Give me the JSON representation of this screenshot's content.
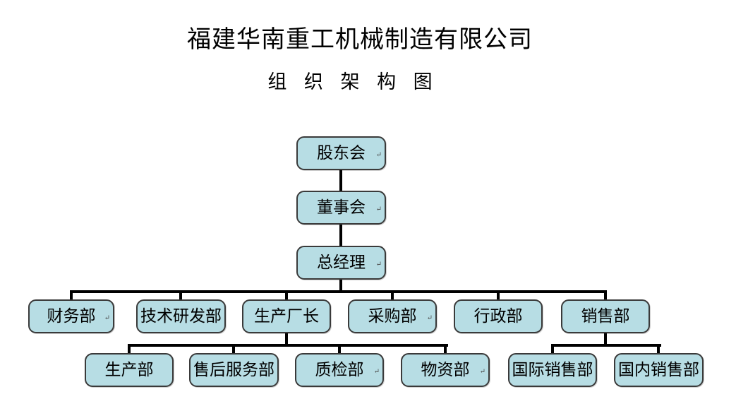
{
  "title": "福建华南重工机械制造有限公司",
  "subtitle": "组 织 架 构 图",
  "para_mark": "↵",
  "colors": {
    "box_fill": "#b7dde4",
    "box_border": "#3a3a3a",
    "connector": "#000000",
    "text": "#000000",
    "background": "#ffffff"
  },
  "nodes": {
    "shareholders": {
      "label": "股东会",
      "parent": null,
      "has_mark": true
    },
    "board": {
      "label": "董事会",
      "parent": "shareholders",
      "has_mark": true
    },
    "gm": {
      "label": "总经理",
      "parent": "board",
      "has_mark": true
    },
    "finance": {
      "label": "财务部",
      "parent": "gm",
      "has_mark": true
    },
    "rd": {
      "label": "技术研发部",
      "parent": "gm",
      "has_mark": false
    },
    "production_director": {
      "label": "生产厂长",
      "parent": "gm",
      "has_mark": false
    },
    "purchasing": {
      "label": "采购部",
      "parent": "gm",
      "has_mark": true
    },
    "admin": {
      "label": "行政部",
      "parent": "gm",
      "has_mark": false
    },
    "sales": {
      "label": "销售部",
      "parent": "gm",
      "has_mark": false
    },
    "production": {
      "label": "生产部",
      "parent": "production_director",
      "has_mark": false
    },
    "after_sales": {
      "label": "售后服务部",
      "parent": "production_director",
      "has_mark": false
    },
    "qc": {
      "label": "质检部",
      "parent": "production_director",
      "has_mark": true
    },
    "materials": {
      "label": "物资部",
      "parent": "production_director",
      "has_mark": true
    },
    "intl_sales": {
      "label": "国际销售部",
      "parent": "sales",
      "has_mark": false
    },
    "domestic_sales": {
      "label": "国内销售部",
      "parent": "sales",
      "has_mark": false
    }
  }
}
